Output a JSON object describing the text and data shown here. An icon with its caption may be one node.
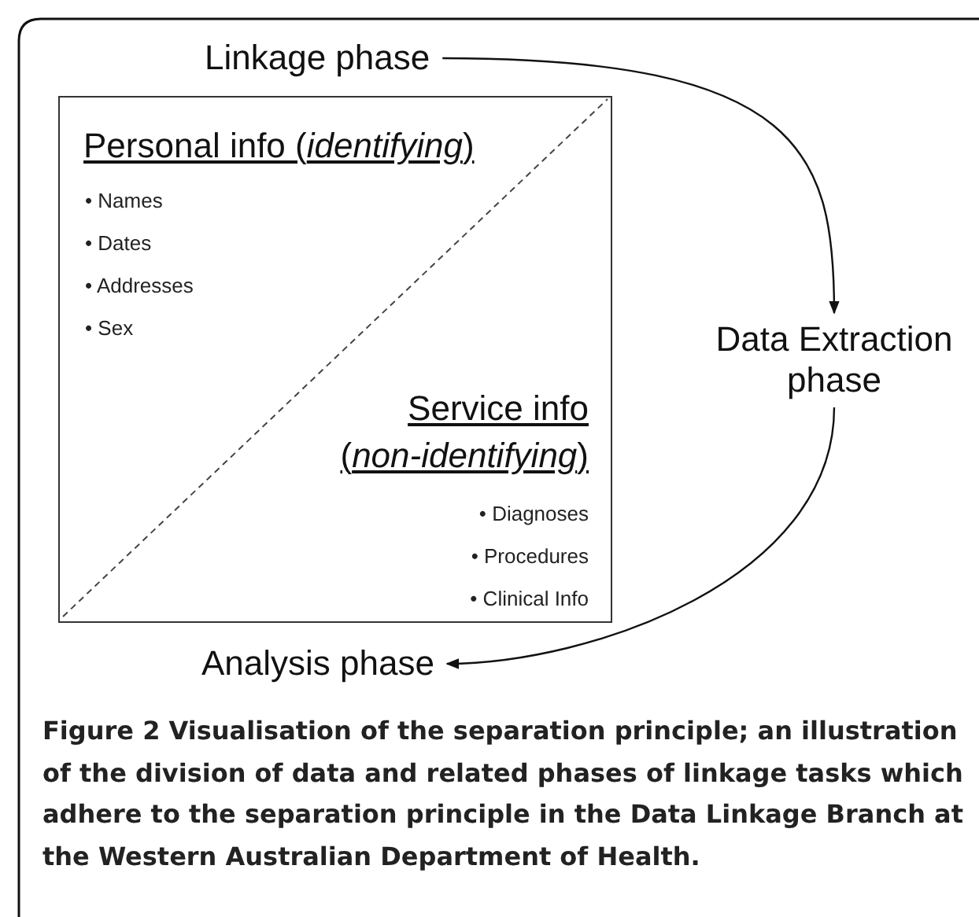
{
  "diagram": {
    "caption": "Figure 2 Visualisation of the separation principle; an illustration of the division of data and related phases of linkage tasks which adhere to the separation principle in the Data Linkage Branch at the Western Australian Department of Health.",
    "nodes": [
      {
        "text": [
          "Linkage phase"
        ]
      },
      {
        "text": [
          "Personal info (*identifying*)",
          "• Names",
          "• Dates",
          "• Addresses",
          "• Sex",
          "Service info (*non-identifying*)",
          "• Diagnoses",
          "• Procedures",
          "• Clinical Info"
        ]
      },
      {
        "text": [
          "Data Extraction phase"
        ]
      },
      {
        "text": [
          "Analysis phase"
        ]
      }
    ],
    "edges": [
      {
        "from": 0,
        "to": 2,
        "arrow": "to"
      },
      {
        "from": 2,
        "to": 3,
        "arrow": "to"
      }
    ]
  }
}
